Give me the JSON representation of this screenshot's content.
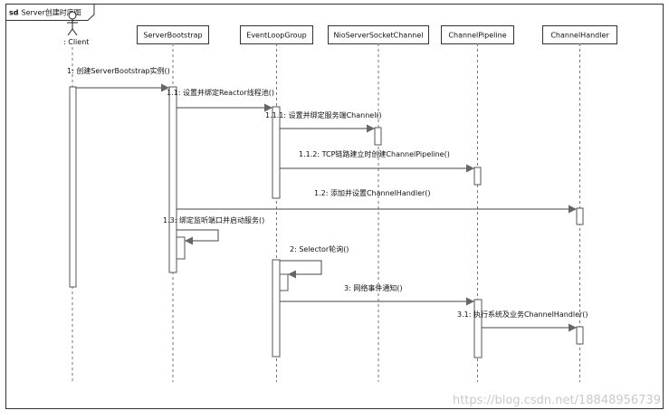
{
  "frame": {
    "keyword": "sd",
    "title": "Server创建时序图"
  },
  "actor": {
    "label": ": Client"
  },
  "participants": [
    {
      "name": "ServerBootstrap"
    },
    {
      "name": "EventLoopGroup"
    },
    {
      "name": "NioServerSocketChannel"
    },
    {
      "name": "ChannelPipeline"
    },
    {
      "name": "ChannelHandler"
    }
  ],
  "messages": [
    {
      "label": "1: 创建ServerBootstrap实例()",
      "from": "Client",
      "to": "ServerBootstrap"
    },
    {
      "label": "1.1: 设置并绑定Reactor线程池()",
      "from": "ServerBootstrap",
      "to": "EventLoopGroup"
    },
    {
      "label": "1.1.1: 设置并绑定服务端Channel()",
      "from": "EventLoopGroup",
      "to": "NioServerSocketChannel"
    },
    {
      "label": "1.1.2: TCP链路建立时创建ChannelPipeline()",
      "from": "EventLoopGroup",
      "to": "ChannelPipeline"
    },
    {
      "label": "1.2: 添加并设置ChannelHandler()",
      "from": "ServerBootstrap",
      "to": "ChannelHandler"
    },
    {
      "label": "1.3: 绑定监听端口并启动服务()",
      "from": "ServerBootstrap",
      "to": "ServerBootstrap"
    },
    {
      "label": "2: Selector轮询()",
      "from": "EventLoopGroup",
      "to": "EventLoopGroup"
    },
    {
      "label": "3: 网络事件通知()",
      "from": "EventLoopGroup",
      "to": "ChannelPipeline"
    },
    {
      "label": "3.1: 执行系统及业务ChannelHandler()",
      "from": "ChannelPipeline",
      "to": "ChannelHandler"
    }
  ],
  "watermark": "https://blog.csdn.net/18848956739"
}
